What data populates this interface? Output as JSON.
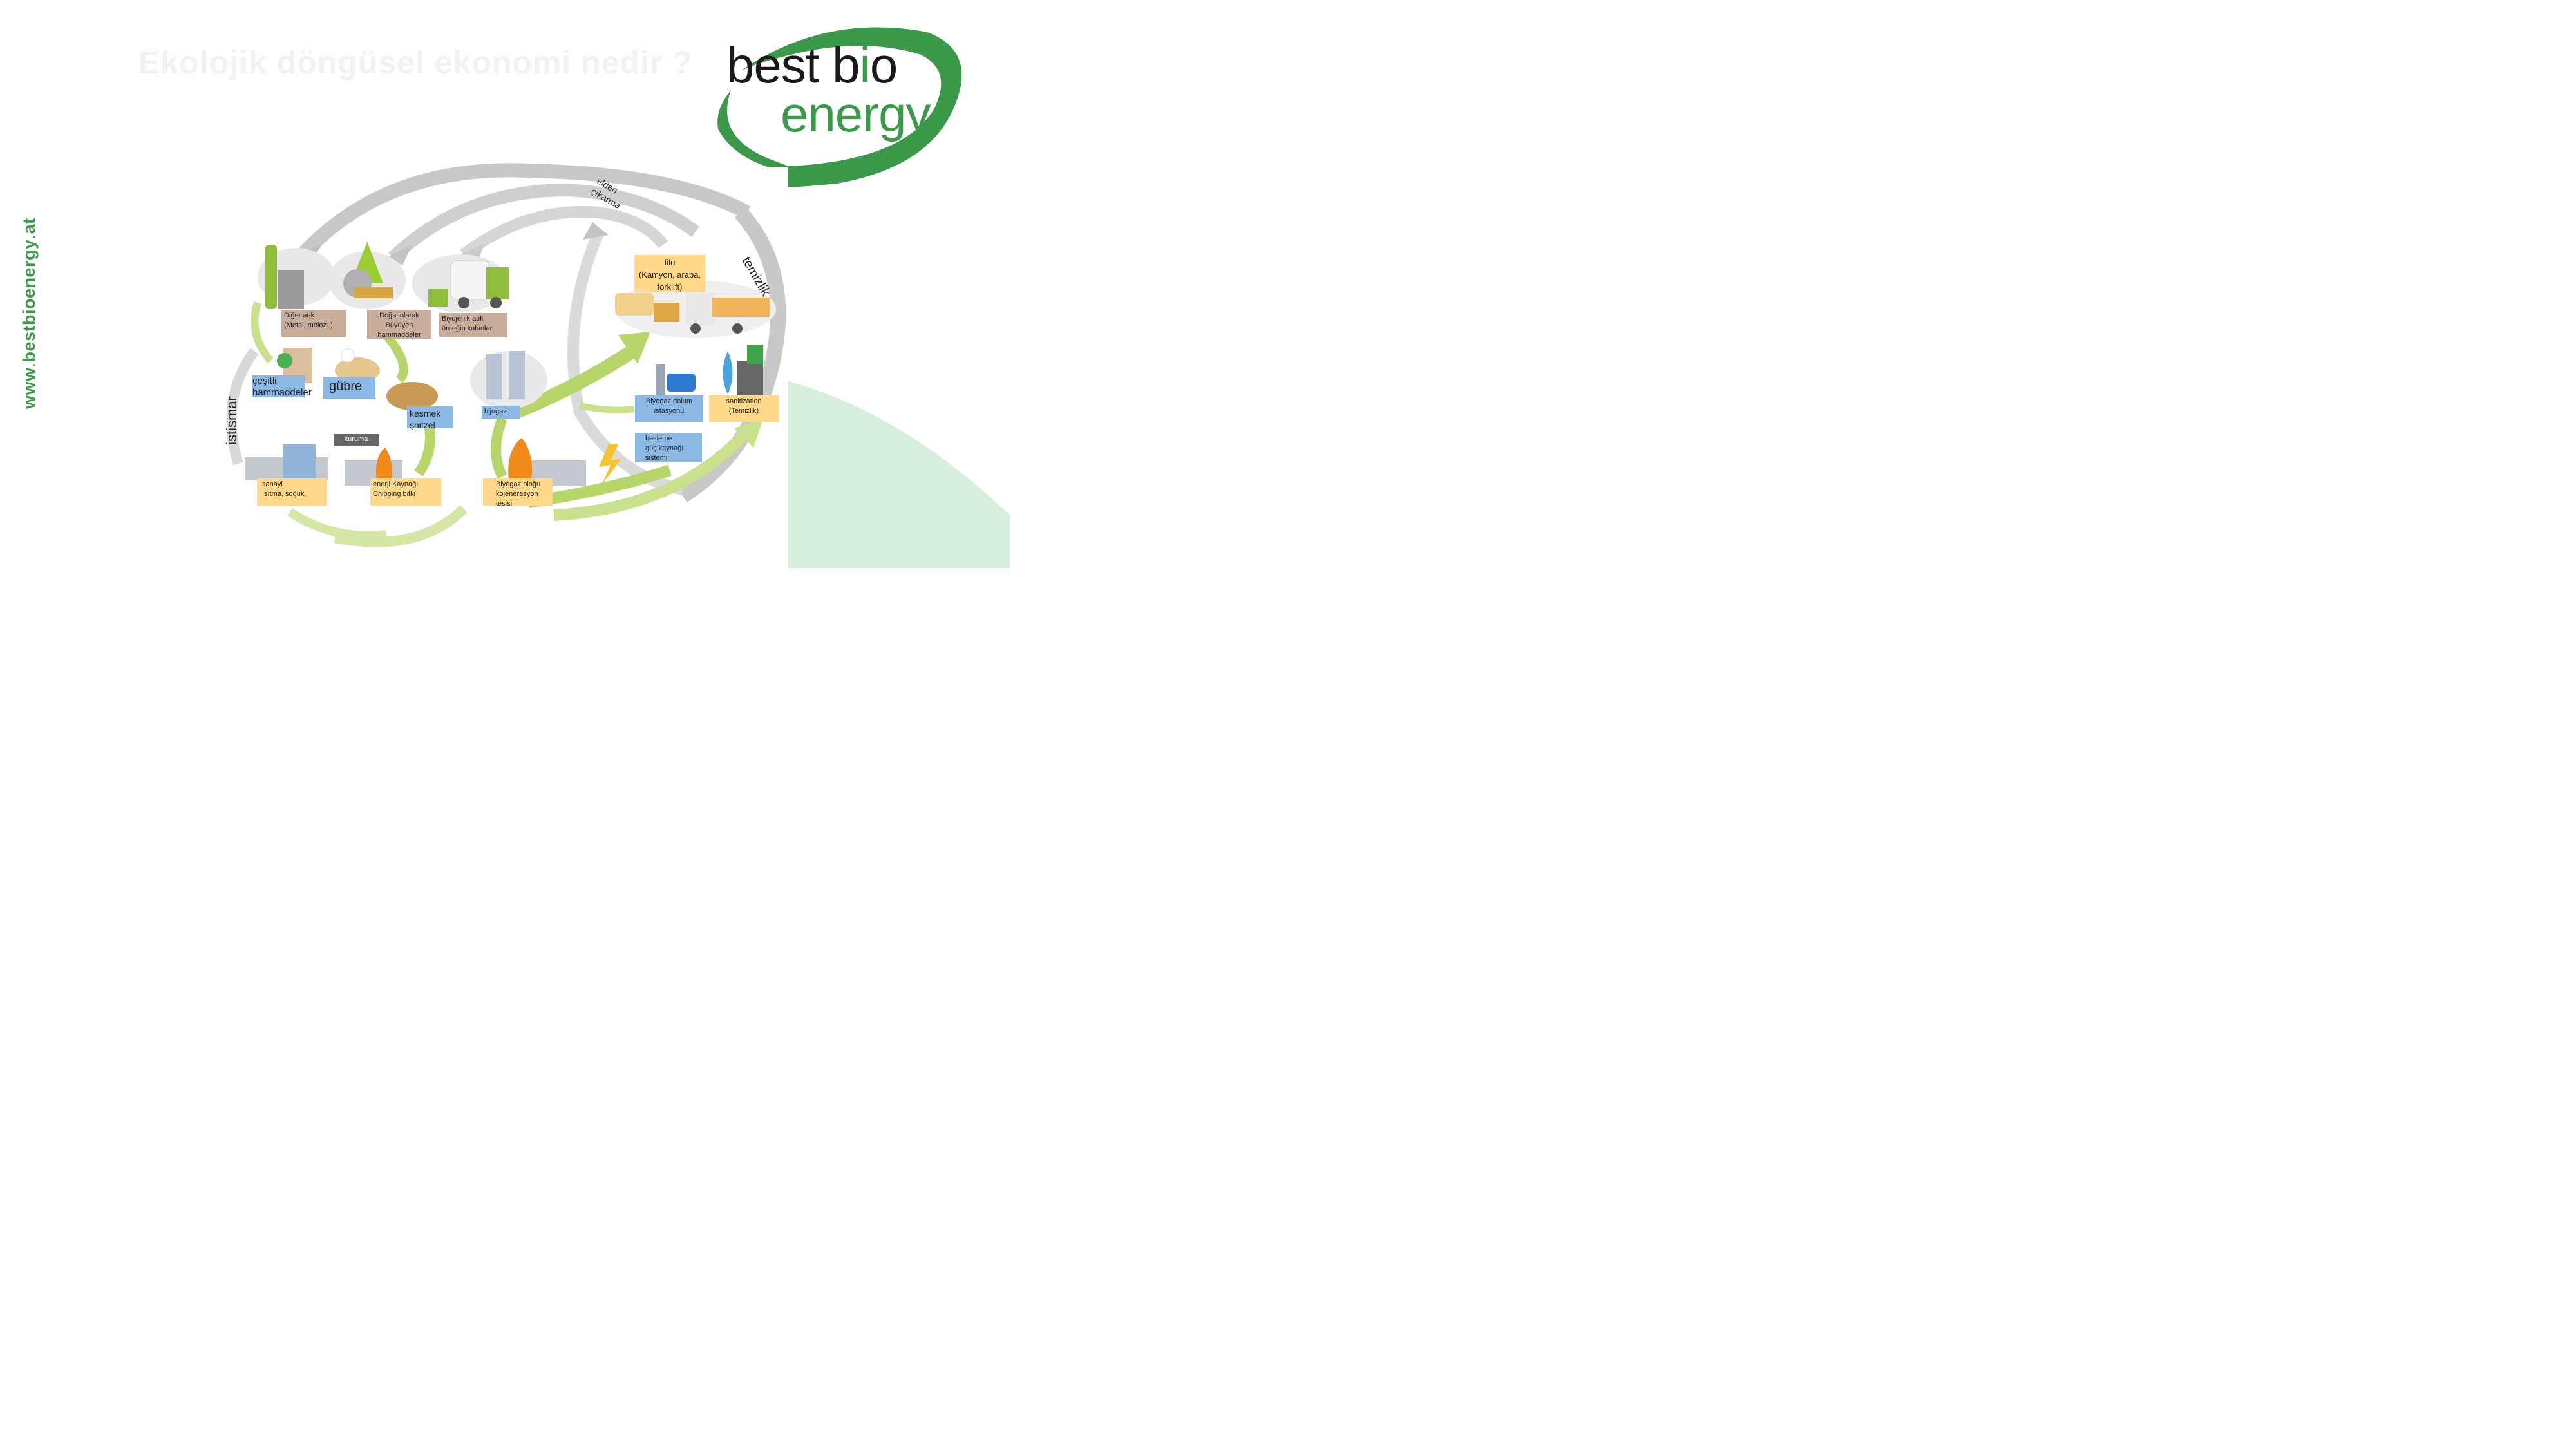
{
  "title": "Ekolojik döngüsel ekonomi nedir ?",
  "side_url": {
    "main": "www",
    "dot": ".",
    "domain": "bestbioenergy",
    "dot2": ".",
    "tld": "at"
  },
  "logo": {
    "line1_a": "best b",
    "line1_i": "i",
    "line1_b": "o",
    "line2": "energy"
  },
  "colors": {
    "brand_green": "#3a9a4a",
    "arrow_green": "#b7d66a",
    "arrow_gray": "#c8c8c8",
    "box_blue": "#8bb8e4",
    "box_yellow": "#ffd88a",
    "box_brown": "#c8ad9a"
  },
  "labels": {
    "elden_cikarma_1": "elden",
    "elden_cikarma_2": "çıkarma",
    "temizlik": "temizlik",
    "istismar": "istismar",
    "filo": "filo\n(Kamyon, araba,\nforklift)",
    "diger_atik": "Diğer atık\n(Metal, moloz..)",
    "dogal": "Doğal olarak\nBüyüyen\nhammaddeler",
    "biyojenik": "Biyojenik atık\nörneğin kalanlar",
    "cesitli": "çeşitli\nhammaddeler",
    "gubre": "gübre",
    "kesmek": "kesmek\nşnitzel",
    "bijogaz": "bijogaz",
    "biyogaz_dolum": "Biyogaz dolum\nistasyonu",
    "sanitization": "sanitization\n(Temizlik)",
    "besleme": "besleme\ngüç kaynağı\nsistemi",
    "kuruma": "kuruma",
    "sanayi": "sanayi\nIsıtma, soğuk,",
    "enerji": "enerji Kaynağı\nChipping bitki",
    "biyogaz_blogu": "Biyogaz bloğu\nkojenerasyon\ntesisi"
  }
}
